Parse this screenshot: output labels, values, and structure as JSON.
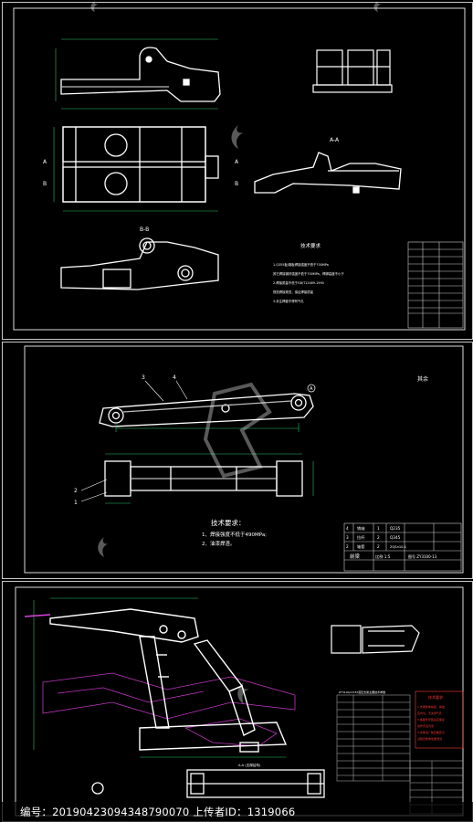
{
  "sheet1": {
    "section_aa": "A-A",
    "section_bb": "B-B",
    "mark_a": "A",
    "mark_b": "B",
    "tech_title": "技术要求",
    "tech_lines": [
      "1.Q355板/钢板焊接强度不低于700MPa",
      "  其它焊接钢材强度不低于700MPa，焊脚高度不小于",
      "2.焊接质量不低于GB/T12469-1990",
      "  规范焊接规范，保证焊接质量",
      "3.未注焊缝不得有气孔"
    ]
  },
  "sheet2": {
    "leaders": [
      "3",
      "4",
      "2",
      "1"
    ],
    "scale_note": "其余",
    "mark_a": "A",
    "tech_title": "技术要求：",
    "tech_lines": [
      "1、焊接强度不低于490MPa;",
      "2、油漆焊渣。"
    ],
    "table_rows": [
      [
        "4",
        "销轴",
        "1",
        "Q235",
        ""
      ],
      [
        "3",
        "拉杆",
        "2",
        "Q345",
        ""
      ],
      [
        "2",
        "轴套",
        "2",
        "ZQSn10-1",
        ""
      ]
    ],
    "title_name": "前梁",
    "title_scale": "比例 1:5",
    "title_code": "图号 ZY3100-13"
  },
  "sheet3": {
    "section_label": "A-A (支撑结构)",
    "bom_title": "ZY3100/13/32液压支架主要技术参数",
    "notes_title": "技术要求",
    "notes_lines": [
      "1.支架整体焊接，焊缝",
      "  应均匀，无夹渣气孔",
      "2.各部件安装后应保证",
      "  动作灵活可靠",
      "3.支架出厂前应做压力",
      "  试验及整体性能测试"
    ]
  },
  "footer": {
    "text": "编号：20190423094348790070 上传者ID：1319066"
  },
  "colors": {
    "background": "#000000",
    "frame": "#c8c8c8",
    "lines": "#ffffff",
    "dims_green": "#29c46a",
    "accent_magenta": "#e040e0",
    "accent_red": "#ff3b3b",
    "accent_yellow": "#ffe14a"
  }
}
